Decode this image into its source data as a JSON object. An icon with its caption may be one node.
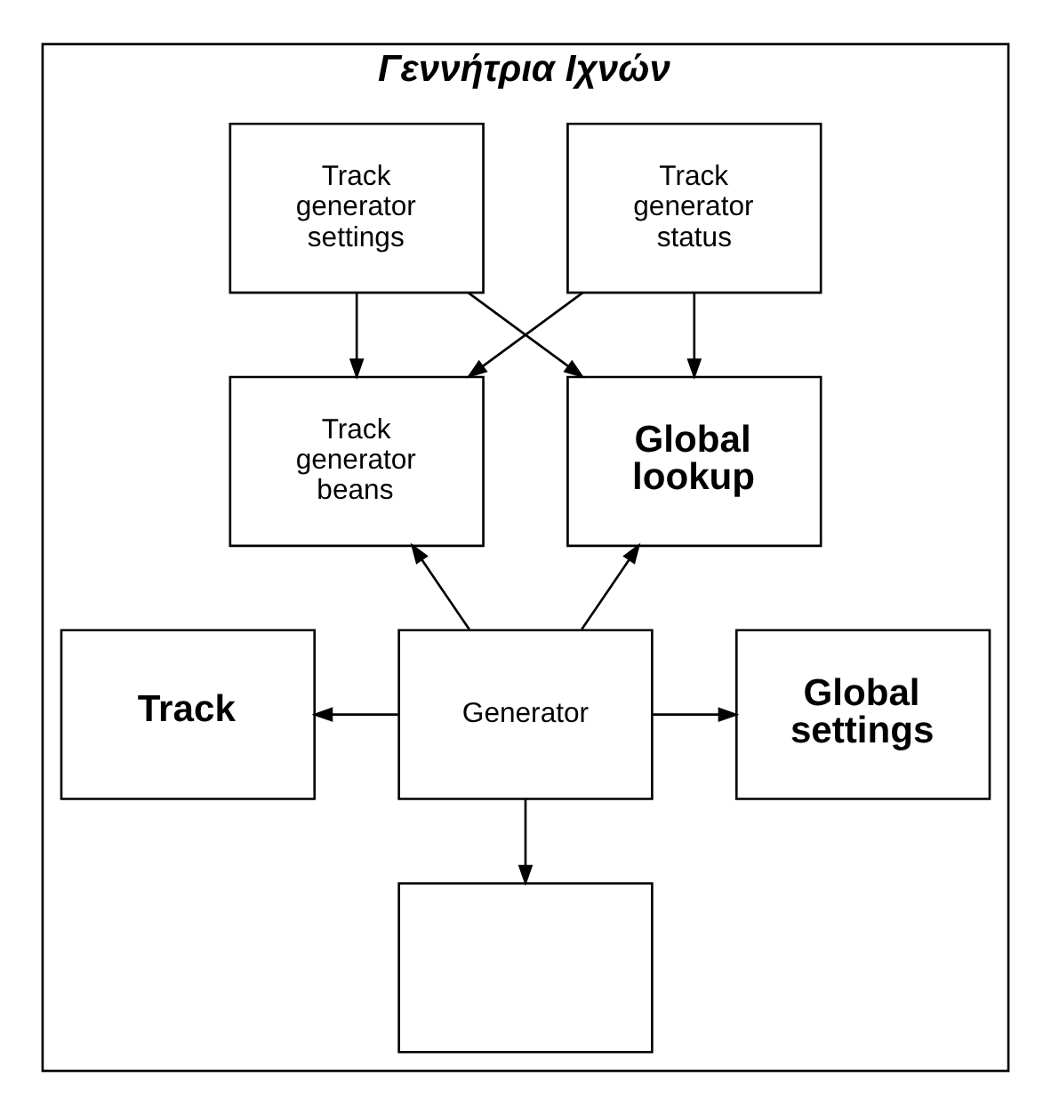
{
  "diagram": {
    "nodes": [
      {
        "text": [
          "Γεννήτρια Ιχνών"
        ]
      },
      {
        "text": [
          "Track generator status"
        ],
        "in": 0
      },
      {
        "text": [
          "Track generator settings"
        ],
        "in": 0
      },
      {
        "text": [
          "Track generator beans"
        ],
        "in": 0
      },
      {
        "text": [
          "Global lookup"
        ],
        "in": 0
      },
      {
        "text": [
          "Track"
        ],
        "in": 0
      },
      {
        "text": [
          "Generator"
        ],
        "in": 0
      },
      {
        "text": [
          "Global settings"
        ],
        "in": 0
      },
      {
        "text": [],
        "shape": "box",
        "in": 0
      }
    ],
    "edges": [
      {
        "from": 1,
        "to": 3,
        "arrow": "to"
      },
      {
        "from": 1,
        "to": 4,
        "arrow": "to"
      },
      {
        "from": 2,
        "to": 3,
        "arrow": "to"
      },
      {
        "from": 2,
        "to": 4,
        "arrow": "to"
      },
      {
        "from": 6,
        "to": 3,
        "arrow": "to"
      },
      {
        "from": 6,
        "to": 4,
        "arrow": "to"
      },
      {
        "from": 6,
        "to": 5,
        "arrow": "to"
      },
      {
        "from": 6,
        "to": 7,
        "arrow": "to"
      },
      {
        "from": 6,
        "to": 8,
        "arrow": "to"
      }
    ]
  }
}
